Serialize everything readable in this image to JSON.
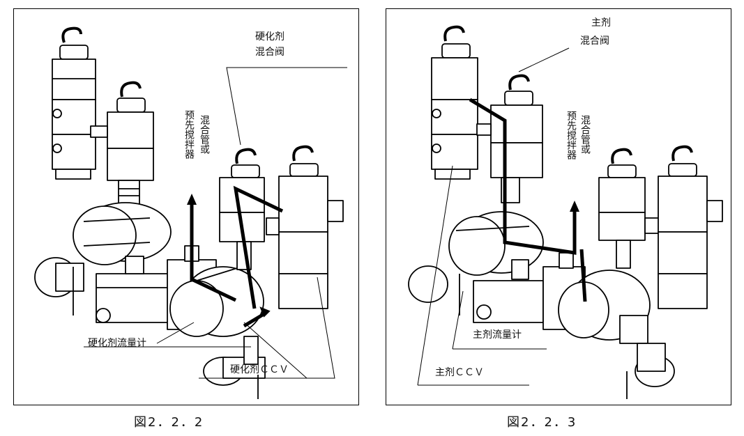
{
  "figures": [
    {
      "caption": "図2．2．2",
      "labels": {
        "valve": [
          "硬化剂",
          "混合阀"
        ],
        "mixer": [
          "混合管或",
          "预先搅拌器"
        ],
        "flowmeter": "硬化剂流量计",
        "ccv": "硬化剂ＣＣＶ"
      }
    },
    {
      "caption": "図2．2．3",
      "labels": {
        "valve": [
          "主剂",
          "混合阀"
        ],
        "mixer": [
          "混合管或",
          "预先搅拌器"
        ],
        "flowmeter": "主剂流量计",
        "ccv": "主剂ＣＣＶ"
      }
    }
  ]
}
